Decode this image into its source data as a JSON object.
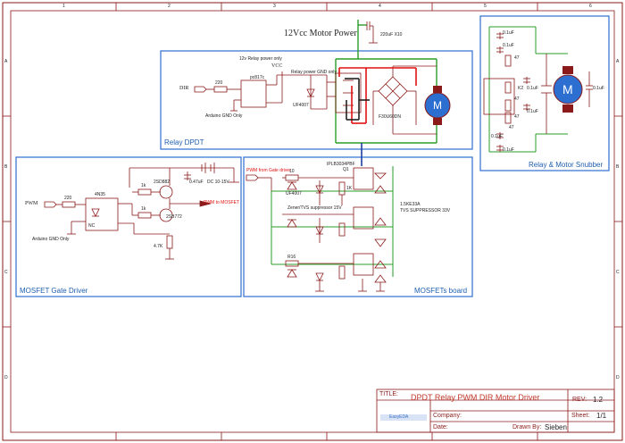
{
  "frame": {
    "columns": [
      "1",
      "2",
      "3",
      "4",
      "5",
      "6"
    ],
    "rows": [
      "A",
      "B",
      "C",
      "D"
    ]
  },
  "motor_power": {
    "label": "12Vcc Motor Power",
    "cap": "220uF X10"
  },
  "relay_dpdt": {
    "title": "Relay DPDT",
    "dir_label": "DIR",
    "r_label": "220",
    "opto": "pc817c",
    "relay_note": "12v Relay power only",
    "vcc": "VCC",
    "relay_gnd": "Relay power GND only",
    "diode": "UF4007",
    "arduino_gnd": "Arduino GND Only",
    "bridge": "F30U60DN",
    "motor": "M"
  },
  "snubber": {
    "title": "Relay & Motor Snubber",
    "c_labels": [
      "0.1uF",
      "0.1uF",
      "0.1uF",
      "0.1uF",
      "0.1uF",
      "0.1uF"
    ],
    "r_labels": [
      "47",
      "47",
      "47",
      "47"
    ],
    "k2": "K2",
    "motor_cap": "0.1uF",
    "motor": "M"
  },
  "gate_driver": {
    "title": "MOSFET Gate Driver",
    "pwm": "PWM",
    "r_in": "220",
    "opto": "4N35",
    "nc": "NC",
    "arduino_gnd": "Arduino GND Only",
    "r1": "1k",
    "r2": "1k",
    "r3": "4.7K",
    "q_top": "2SD882",
    "q_bot": "2SB772",
    "cap": "0.47uF",
    "supply": "DC 10-15V",
    "out": "PWM to MOSFET"
  },
  "mosfets": {
    "title": "MOSFETs board",
    "part": "IPLB3034PBF",
    "input": "PWM from Gate driver",
    "r_gate": "10",
    "diode": "UF4007",
    "r_1k": "1K",
    "q1": "Q1",
    "tvs1": "1.5KE33A",
    "tvs_note": "TVS SUPPRESSOR 33V",
    "zener_note": "Zener/TVS suppressor 15V",
    "r16": "R16"
  },
  "title_block": {
    "title_label": "TITLE:",
    "title": "DPDT Relay PWM DIR Motor Driver",
    "rev_label": "REV:",
    "rev": "1.2",
    "company_label": "Company:",
    "company": "",
    "sheet_label": "Sheet:",
    "sheet": "1/1",
    "date_label": "Date:",
    "date": "",
    "drawn_label": "Drawn By:",
    "drawn": "Sieben",
    "logo": "EasyEDA"
  }
}
